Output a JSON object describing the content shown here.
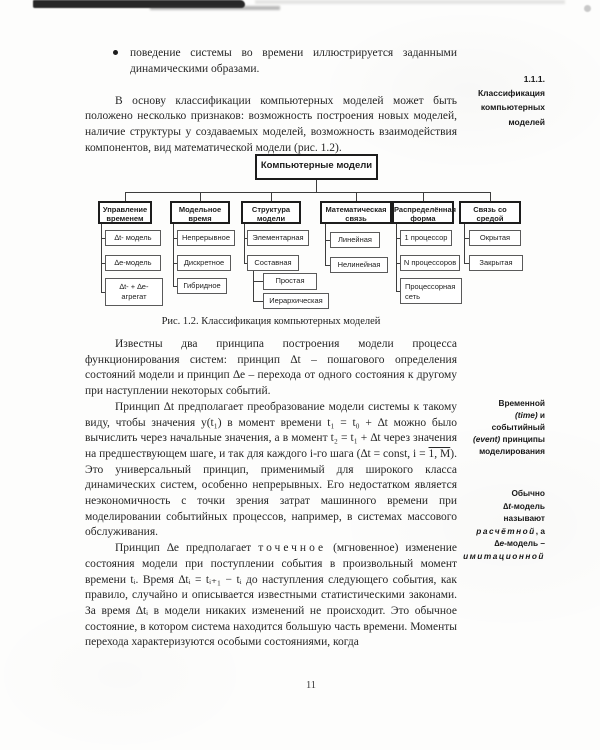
{
  "page": {
    "number": "11"
  },
  "section_label": {
    "number": "1.1.1.",
    "lines": [
      "Классификация",
      "компьютерных",
      "моделей"
    ]
  },
  "bullet_item": "поведение системы во времени иллюстрируется заданными динамическими образами.",
  "paragraphs": {
    "p1": "В основу классификации компьютерных моделей может быть положено несколько признаков: возможность построения новых моделей, наличие структуры у создаваемых моделей, возможность взаимодействия компонентов, вид математической модели (рис. 1.2).",
    "p2": "Известны два принципа построения модели процесса функционирования систем: принцип ∆t – пошагового определения состояний модели и принцип ∆e – перехода от одного состояния к другому при наступлении некоторых событий.",
    "p3a": "Принцип ∆t предполагает преобразование модели системы к такому виду, чтобы значения y(t₁) в момент времени t₁ = t₀ + ∆t можно было вычислить через начальные значения, а в момент t₂ = t₁ + ∆t через значения на предшествующем шаге, и так для каждого i-го шага (∆t = const, i = ",
    "p3b": "1, M",
    "p3c": "). Это универсальный принцип, применимый для широкого класса динамических систем, особенно непрерывных. Его недостатком является неэкономичность с точки зрения затрат машинного времени при моделировании событийных процессов, например, в системах массового обслуживания.",
    "p4a": "Принцип ∆e предполагает ",
    "p4b": "точечное",
    "p4c": " (мгновенное) изменение состояния модели при поступлении события в произвольный момент времени tᵢ. Время ∆tᵢ = tᵢ₊₁ − tᵢ до наступления следующего события, как правило, случайно и описывается известными статистическими законами. За время ∆tᵢ в модели никаких изменений не происходит. Это обычное состояние, в котором система находится большую часть времени. Моменты перехода характеризуются особыми состояниями, когда"
  },
  "figure": {
    "caption": "Рис. 1.2. Классификация компьютерных моделей",
    "root": "Компьютерные модели",
    "columns": [
      {
        "header": "Управление временем",
        "children": [
          "∆t- модель",
          "∆e-модель",
          "∆t- + ∆e- агрегат"
        ]
      },
      {
        "header": "Модельное время",
        "children": [
          "Непрерывное",
          "Дискретное",
          "Гибридное"
        ]
      },
      {
        "header": "Структура модели",
        "children": [
          "Элементарная",
          "Составная"
        ],
        "subchildren": [
          "Простая",
          "Иерархическая"
        ]
      },
      {
        "header": "Математическая связь",
        "children": [
          "Линейная",
          "Нелинейная"
        ]
      },
      {
        "header": "Распределённая форма",
        "children": [
          "1 процессор",
          "N процессоров",
          "Процессорная сеть"
        ]
      },
      {
        "header": "Связь со средой",
        "children": [
          "Окрытая",
          "Закрытая"
        ]
      }
    ]
  },
  "margin_notes": {
    "note2": {
      "l1": "Временной",
      "l2a": "(time)",
      "l2b": " и",
      "l3": "событийный",
      "l4a": "(event)",
      "l4b": " принципы",
      "l5": "моделирования"
    },
    "note3": {
      "l1": "Обычно",
      "l2a": "∆t",
      "l2b": "-модель",
      "l3": "называют",
      "l4a": "расчётной",
      "l4b": ", а",
      "l5a": "∆e",
      "l5b": "-модель –",
      "l6": "имитационной"
    }
  }
}
